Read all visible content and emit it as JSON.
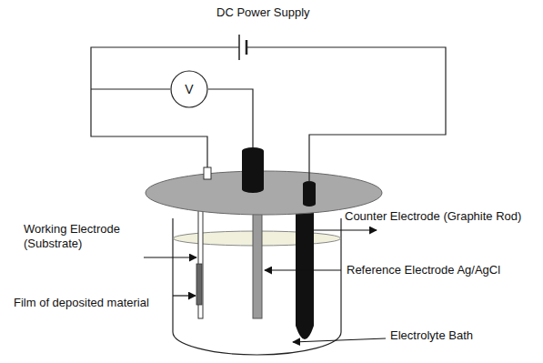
{
  "diagram": {
    "nodes": [
      {
        "text": [
          "V"
        ]
      }
    ],
    "labels": [
      "DC Power Supply",
      "Working Electrode (Substrate)",
      "Counter Electrode (Graphite Rod)",
      "Reference Electrode Ag/AgCl",
      "Film of deposited material",
      "Electrolyte Bath"
    ]
  }
}
